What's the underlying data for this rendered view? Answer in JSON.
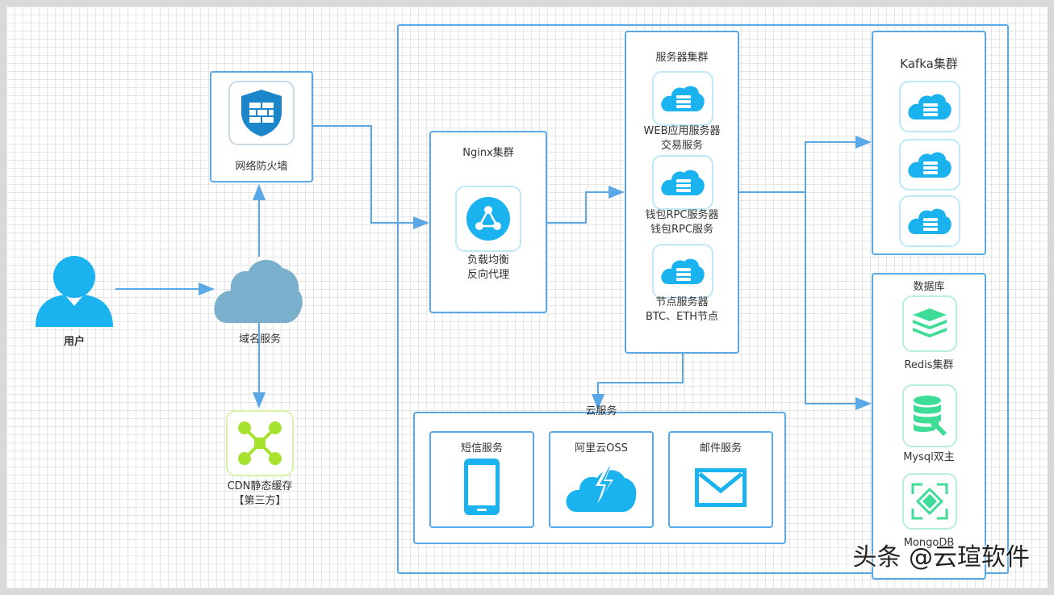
{
  "user": {
    "label": "用户",
    "icon": "user-icon"
  },
  "dns": {
    "label": "域名服务",
    "icon": "cloud-icon"
  },
  "firewall": {
    "label": "网络防火墙",
    "icon": "firewall-shield-icon"
  },
  "cdn": {
    "label_line1": "CDN静态缓存",
    "label_line2": "【第三方】",
    "icon": "cdn-network-icon"
  },
  "nginx": {
    "title": "Nginx集群",
    "label_line1": "负载均衡",
    "label_line2": "反向代理",
    "icon": "load-balancer-icon"
  },
  "servers": {
    "title": "服务器集群",
    "items": [
      {
        "line1": "WEB应用服务器",
        "line2": "交易服务",
        "icon": "cloud-server-icon"
      },
      {
        "line1": "钱包RPC服务器",
        "line2": "钱包RPC服务",
        "icon": "cloud-server-icon"
      },
      {
        "line1": "节点服务器",
        "line2": "BTC、ETH节点",
        "icon": "cloud-server-icon"
      }
    ]
  },
  "kafka": {
    "title": "Kafka集群",
    "icon": "cloud-server-icon"
  },
  "database": {
    "title": "数据库",
    "items": [
      {
        "label": "Redis集群",
        "icon": "redis-stack-icon"
      },
      {
        "label": "Mysql双主",
        "icon": "database-wrench-icon"
      },
      {
        "label": "MongoDB",
        "icon": "mongodb-icon"
      }
    ]
  },
  "cloud_services": {
    "title": "云服务",
    "items": [
      {
        "label": "短信服务",
        "icon": "mobile-phone-icon"
      },
      {
        "label": "阿里云OSS",
        "icon": "cloud-lightning-icon"
      },
      {
        "label": "邮件服务",
        "icon": "mail-icon"
      }
    ]
  },
  "watermark": "头条 @云瑄软件",
  "colors": {
    "line": "#5aa9e6",
    "icon_blue": "#1ab2ef",
    "icon_green": "#3ddc97",
    "icon_lime": "#a6e22e",
    "cloud": "#7ab0cc"
  }
}
